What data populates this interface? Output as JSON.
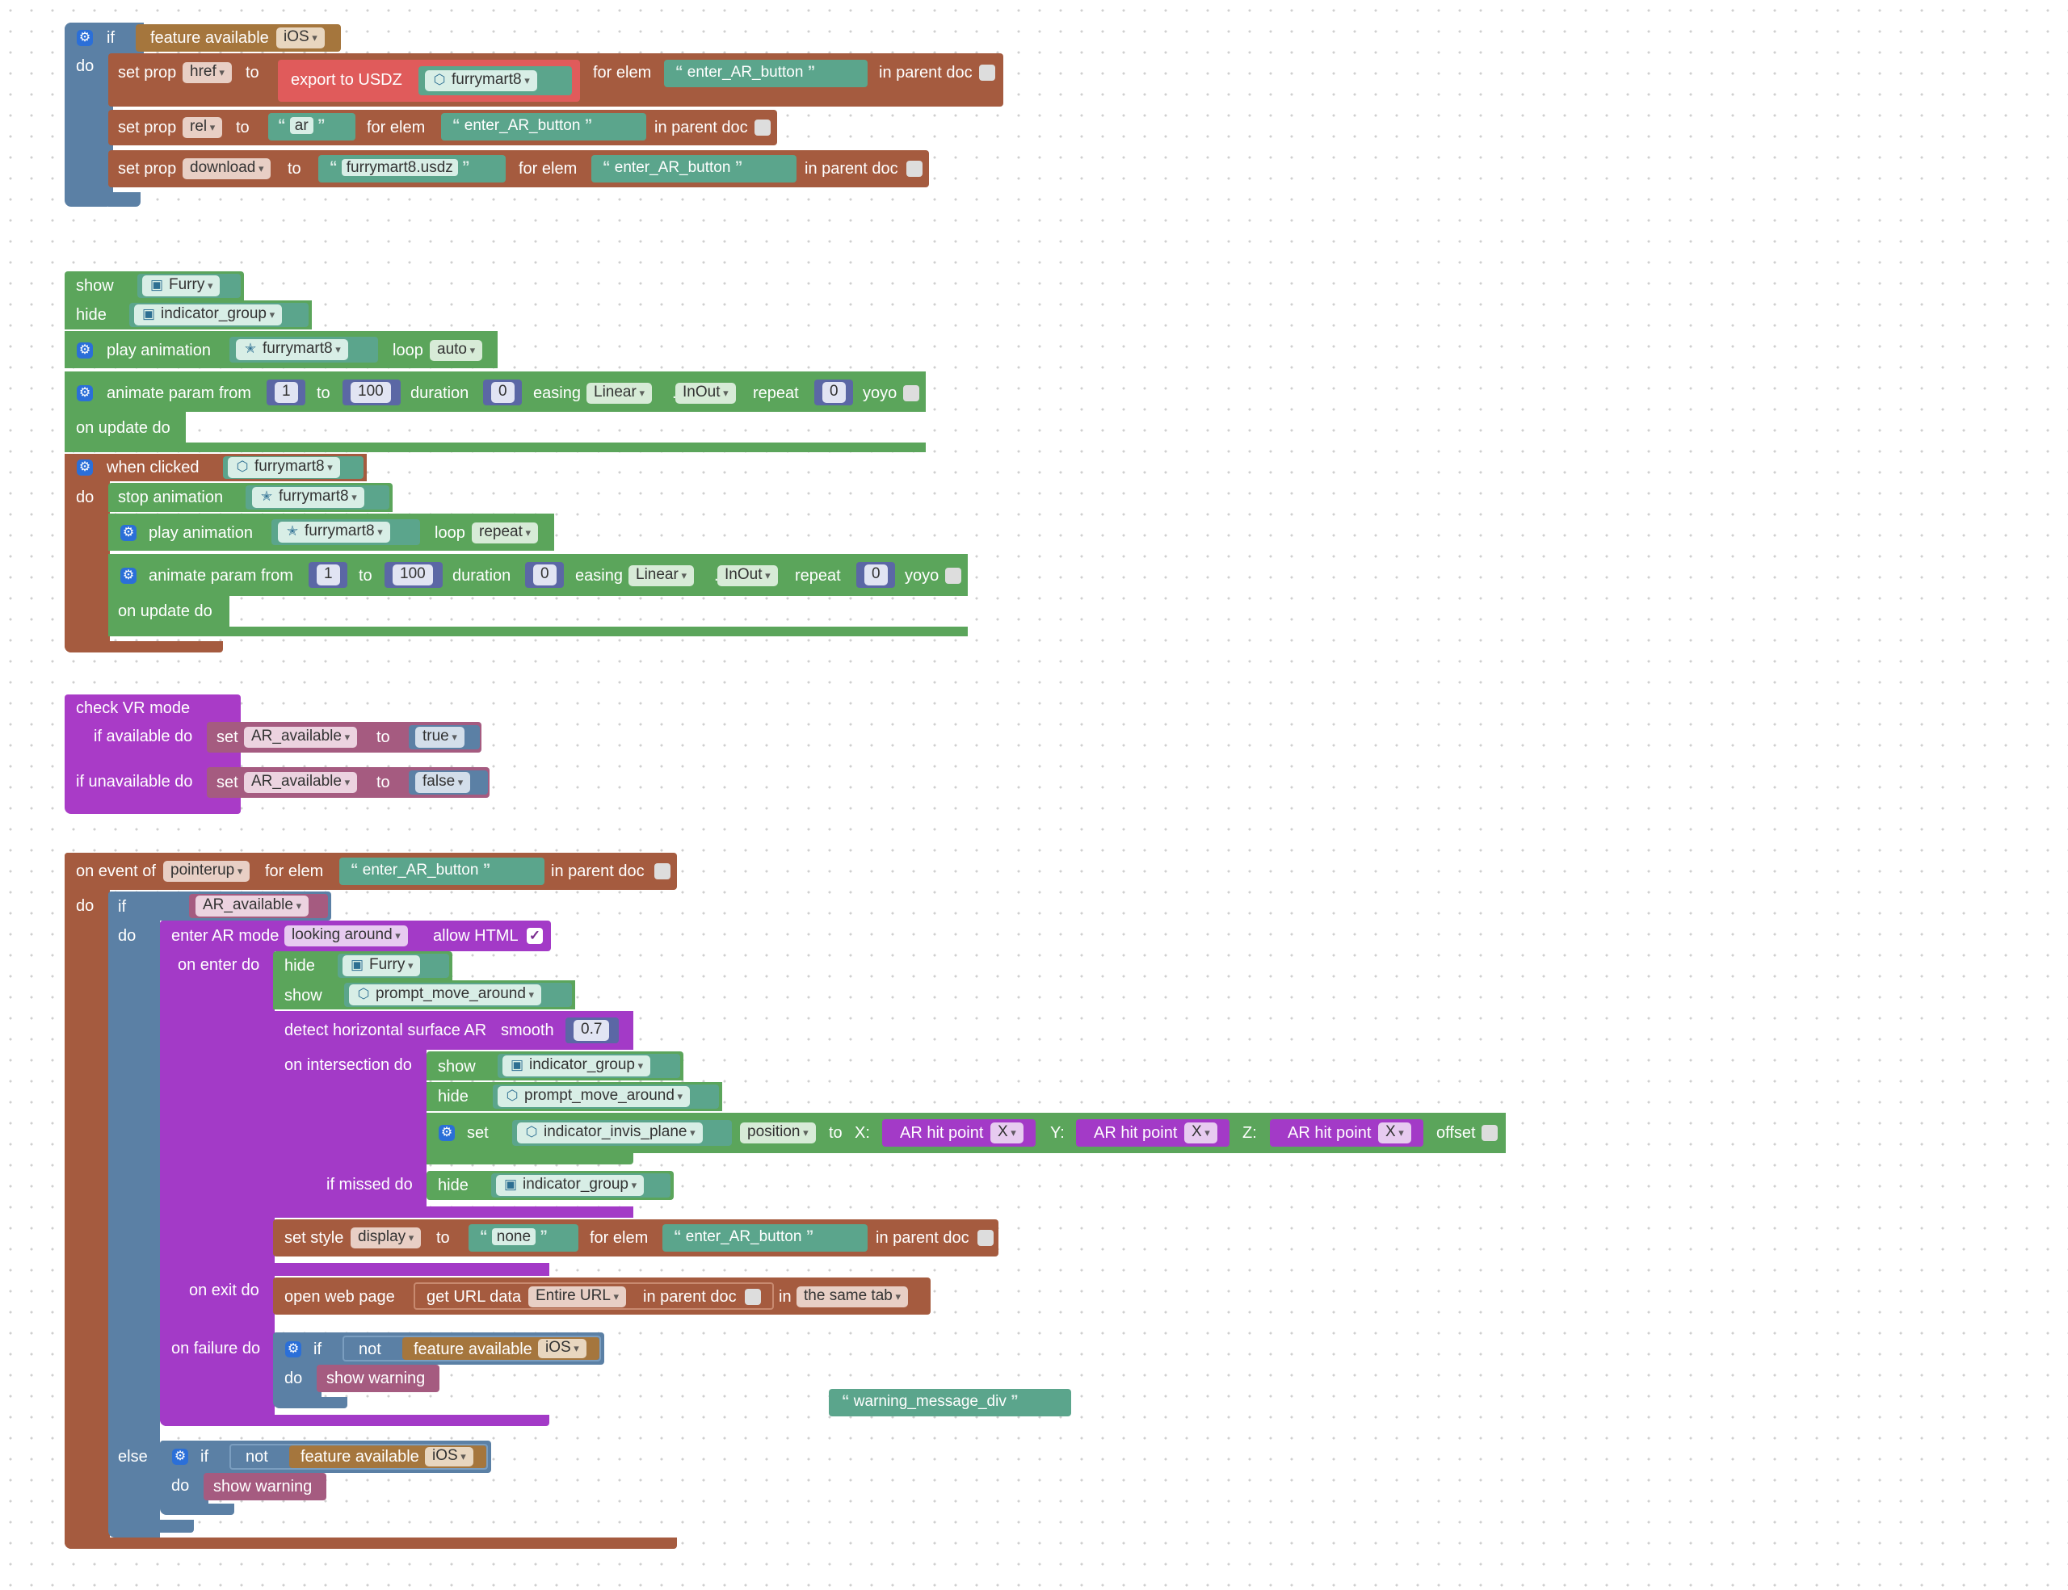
{
  "colors": {
    "logic_blue": "#5b80a5",
    "property_brown": "#a55b3f",
    "feature_tan": "#a5763d",
    "object_green": "#5ba55b",
    "text_teal": "#5ba58c",
    "number_indigo": "#5b67a5",
    "ar_purple": "#a33ac7",
    "variable_magenta": "#a55b80",
    "export_red": "#e05b5b",
    "vr_purple": "#a93bc7",
    "gear_icon": "#2b6fd8"
  },
  "common": {
    "if": "if",
    "do": "do",
    "else": "else",
    "to": "to",
    "for_elem": "for elem",
    "in_parent_doc": "in parent doc",
    "set_prop": "set prop",
    "show": "show",
    "hide": "hide",
    "not": "not",
    "set": "set",
    "feature_available": "feature available",
    "ios": "iOS",
    "enter_ar_button": "enter_AR_button",
    "furrymart8": "furrymart8",
    "furry": "Furry",
    "indicator_group": "indicator_group",
    "prompt_move_around": "prompt_move_around",
    "show_warning": "show warning",
    "ar_available": "AR_available",
    "play_animation": "play animation",
    "stop_animation": "stop animation",
    "loop": "loop",
    "animate_param_from": "animate param from",
    "duration": "duration",
    "easing": "easing",
    "repeat": "repeat",
    "yoyo": "yoyo",
    "on_update_do": "on update do",
    "linear": "Linear",
    "dot": ".",
    "inout": "InOut",
    "zero": "0",
    "one": "1",
    "hundred": "100",
    "ar_hit_point": "AR hit point",
    "x_axis": "X"
  },
  "group1": {
    "export_to_usdz": "export to USDZ",
    "prop_href": "href",
    "prop_rel": "rel",
    "prop_download": "download",
    "value_ar": "ar",
    "value_file": "furrymart8.usdz"
  },
  "group2": {
    "loop_auto": "auto",
    "when_clicked": "when clicked",
    "loop_repeat": "repeat"
  },
  "group3": {
    "check_vr_mode": "check VR mode",
    "if_available_do": "if available do",
    "if_unavailable_do": "if unavailable do",
    "value_true": "true",
    "value_false": "false"
  },
  "group4": {
    "on_event_of": "on event of",
    "event_pointerup": "pointerup",
    "enter_ar_mode": "enter AR mode",
    "mode_looking_around": "looking around",
    "allow_html": "allow HTML",
    "on_enter_do": "on enter do",
    "detect_surface": "detect horizontal surface AR",
    "smooth": "smooth",
    "smooth_value": "0.7",
    "on_intersection_do": "on intersection do",
    "indicator_invis_plane": "indicator_invis_plane",
    "prop_position": "position",
    "x_label": "X:",
    "y_label": "Y:",
    "z_label": "Z:",
    "offset": "offset",
    "if_missed_do": "if missed do",
    "set_style": "set style",
    "style_display": "display",
    "value_none": "none",
    "on_exit_do": "on exit do",
    "open_web_page": "open web page",
    "get_url_data": "get URL data",
    "entire_url": "Entire URL",
    "in": "in",
    "same_tab": "the same tab",
    "on_failure_do": "on failure do",
    "warning_message_div": "warning_message_div"
  }
}
